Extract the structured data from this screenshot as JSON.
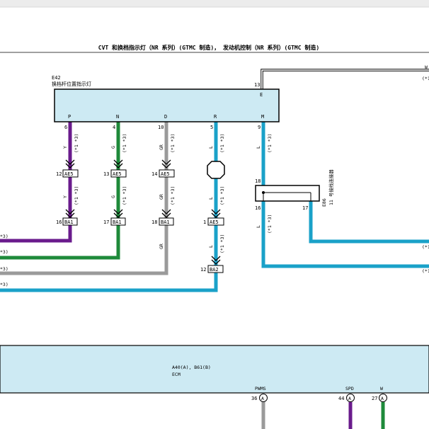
{
  "title": "CVT 和换档指示灯（NR 系列）(GTMC 制造)， 发动机控制（NR 系列）(GTMC 制造)",
  "colors": {
    "purple": "#6a1b8c",
    "green": "#1e8a3a",
    "gray": "#9a9a9a",
    "cyan": "#1aa1c8",
    "box_fill": "#cdeaf3",
    "ecm_fill": "#cdeaf3",
    "line": "#000000"
  },
  "e42": {
    "code": "E42",
    "name": "换档杆位置指示灯",
    "pin13": "13",
    "pin13_label": "E",
    "pins": [
      {
        "label": "P",
        "num": "6",
        "wire": "Y",
        "note": "(*1 *3)"
      },
      {
        "label": "N",
        "num": "4",
        "wire": "G",
        "note": "(*1 *3)"
      },
      {
        "label": "D",
        "num": "10",
        "wire": "GR",
        "note": "(*1 *3)"
      },
      {
        "label": "R",
        "num": "5",
        "wire": "L",
        "note": "(*1 *3)"
      },
      {
        "label": "M",
        "num": "9",
        "wire": "L",
        "note": "(*1 *3)"
      }
    ]
  },
  "ae5": [
    {
      "num": "12",
      "label": "AE5"
    },
    {
      "num": "13",
      "label": "AE5"
    },
    {
      "num": "14",
      "label": "AE5"
    }
  ],
  "ba1": [
    {
      "num": "16",
      "label": "BA1"
    },
    {
      "num": "17",
      "label": "BA1"
    },
    {
      "num": "18",
      "label": "BA1"
    }
  ],
  "r_chain": {
    "ae5_num": "1",
    "ae5_label": "AE5",
    "ba2_num": "12",
    "ba2_label": "BA2",
    "wire_mid": "L",
    "note_mid": "(*1 *3)",
    "wire_low": "L",
    "note_low": "(*1 *3)"
  },
  "lower_labels": {
    "y": "Y",
    "g": "G",
    "gr": "GR",
    "gr_low": "GR",
    "note_y": "(*1 *3)",
    "note_g": "(*1 *3)",
    "note_gr": "(*1 *3)"
  },
  "e86": {
    "code": "E86",
    "name": "11 号接线连接器",
    "pin18": "18",
    "pin16": "16",
    "pin17": "17",
    "wire": "L",
    "note": "(*1 *3)"
  },
  "left_notes": [
    "*3)",
    "*3)",
    "*3)",
    "*3)"
  ],
  "right_notes": [
    "(*1",
    "(*1",
    "(*1"
  ],
  "top_right": {
    "label": "W"
  },
  "ecm": {
    "code": "A40(A), B61(B)",
    "name": "ECM",
    "pins": [
      {
        "name": "PWMS",
        "num": "36",
        "conn": "A"
      },
      {
        "name": "SPD",
        "num": "44",
        "conn": "A"
      },
      {
        "name": "W",
        "num": "27",
        "conn": "A"
      }
    ]
  }
}
